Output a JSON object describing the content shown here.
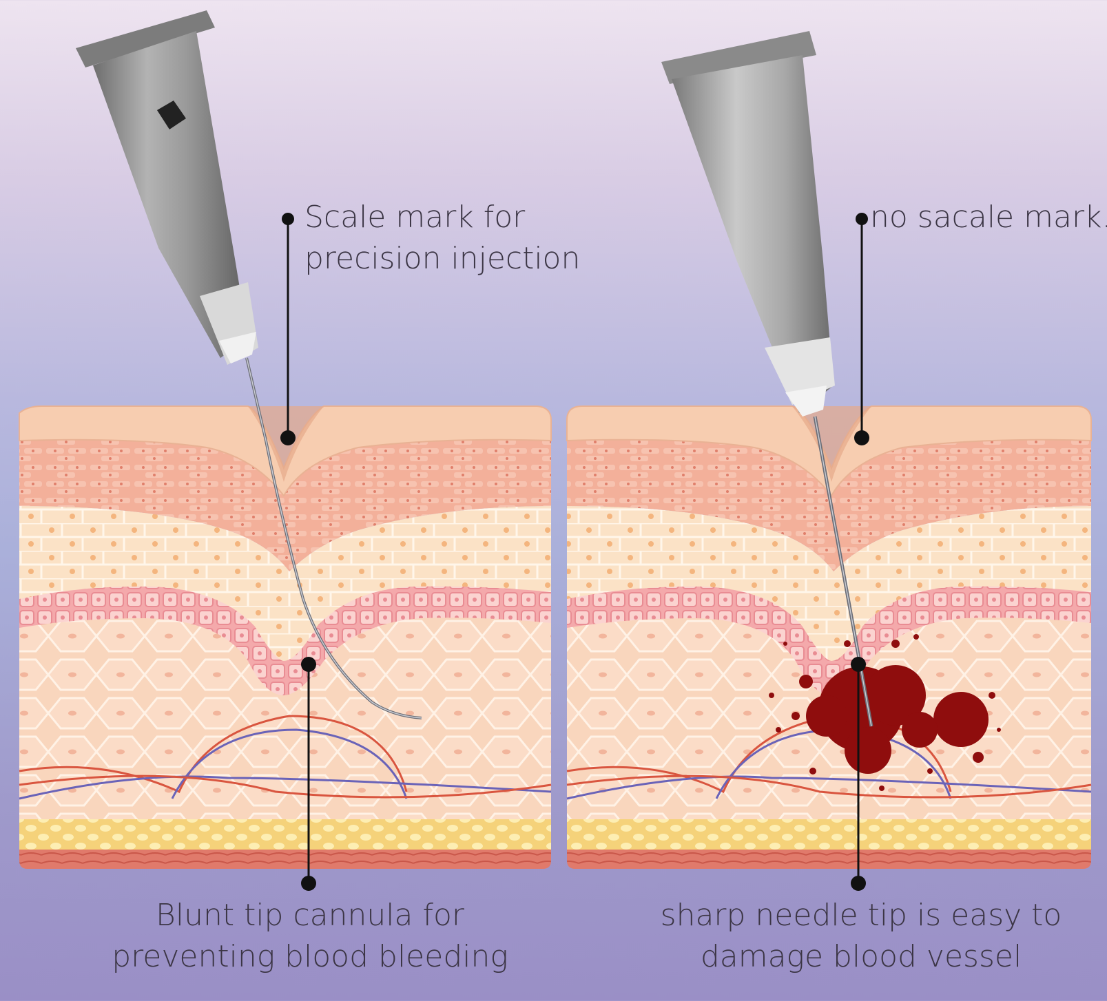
{
  "labels": {
    "scale_mark": [
      "Scale mark for",
      "precision injection"
    ],
    "no_scale_mark": "no sacale mark.",
    "blunt_tip": [
      "Blunt tip cannula for",
      "preventing blood bleeding"
    ],
    "sharp_tip": [
      "sharp needle tip is easy to",
      "damage blood vessel"
    ]
  },
  "colors": {
    "skin_top": "#f4c9a8",
    "epidermis": "#f1a58f",
    "dermis": "#fbe1c2",
    "basal_layer": "#f6b9b6",
    "subcutis": "#f8d9c2",
    "fat": "#f7dc7a",
    "muscle": "#e28272",
    "artery": "#d9553f",
    "vein": "#6a63b8",
    "blood": "#8f0d0d",
    "label_text": "#3b3544",
    "leader_line": "#111111"
  }
}
